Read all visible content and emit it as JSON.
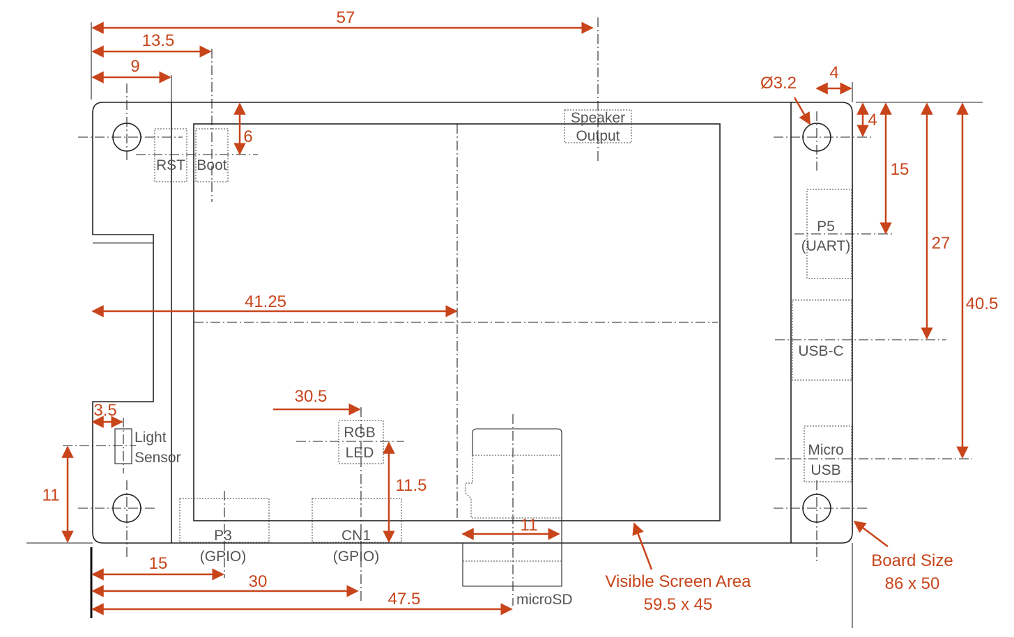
{
  "dimensions": {
    "d57": "57",
    "d13_5": "13.5",
    "d9": "9",
    "d6": "6",
    "d41_25": "41.25",
    "d30_5": "30.5",
    "d11_5": "11.5",
    "d3_5": "3.5",
    "d11_left": "11",
    "d11_sd": "11",
    "d15_bottom": "15",
    "d30_bottom": "30",
    "d47_5": "47.5",
    "hole_dia": "Ø3.2",
    "d4_h": "4",
    "d4_v": "4",
    "d15_right": "15",
    "d27": "27",
    "d40_5": "40.5"
  },
  "labels": {
    "rst": "RST",
    "boot": "Boot",
    "speaker_1": "Speaker",
    "speaker_2": "Output",
    "p5_1": "P5",
    "p5_2": "(UART)",
    "usbc": "USB-C",
    "micro_1": "Micro",
    "micro_2": "USB",
    "light_1": "Light",
    "light_2": "Sensor",
    "rgb_1": "RGB",
    "rgb_2": "LED",
    "p3_1": "P3",
    "p3_2": "(GPIO)",
    "cn1_1": "CN1",
    "cn1_2": "(GPIO)",
    "microsd": "microSD"
  },
  "callouts": {
    "screen_1": "Visible Screen Area",
    "screen_2": "59.5 x 45",
    "board_1": "Board Size",
    "board_2": "86 x 50"
  },
  "colors": {
    "dimension": "#c8441a",
    "outline": "#222222",
    "label": "#555555"
  }
}
